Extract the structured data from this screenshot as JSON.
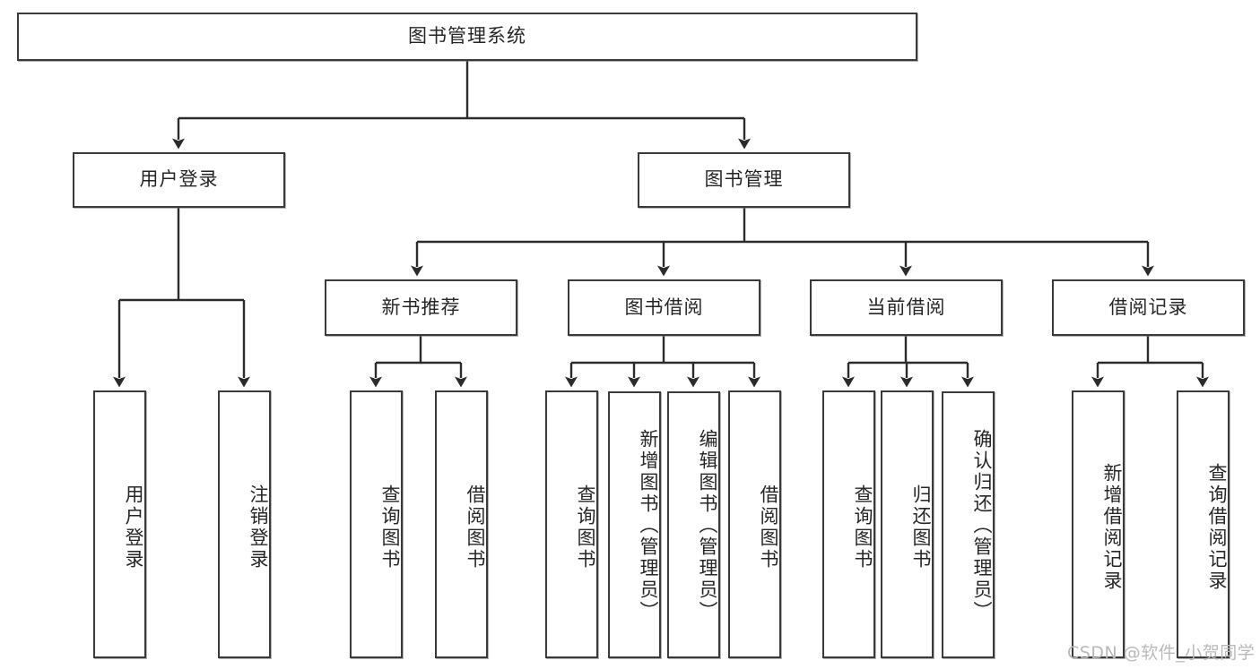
{
  "diagram": {
    "title": "图书管理系统",
    "type": "hierarchy-tree",
    "watermark": "CSDN @软件_小贺同学",
    "colors": {
      "box_border": "#3a3a3a",
      "box_fill": "#ffffff",
      "text": "#262626",
      "connector": "#2b2b2b",
      "watermark": "#b9b9b9",
      "background": "#ffffff"
    },
    "nodes": {
      "root": {
        "label": "图书管理系统"
      },
      "level2": [
        {
          "id": "user-login",
          "label": "用户登录"
        },
        {
          "id": "book-manage",
          "label": "图书管理"
        }
      ],
      "level3": [
        {
          "id": "new-book-recommend",
          "label": "新书推荐"
        },
        {
          "id": "book-borrow",
          "label": "图书借阅"
        },
        {
          "id": "current-borrow",
          "label": "当前借阅"
        },
        {
          "id": "borrow-record",
          "label": "借阅记录"
        }
      ],
      "leaves": {
        "user-login": [
          {
            "id": "leaf-user-login",
            "label": "用户登录"
          },
          {
            "id": "leaf-user-logout",
            "label": "注销登录"
          }
        ],
        "new-book-recommend": [
          {
            "id": "leaf-query-book-1",
            "label": "查询图书"
          },
          {
            "id": "leaf-borrow-book-1",
            "label": "借阅图书"
          }
        ],
        "book-borrow": [
          {
            "id": "leaf-query-book-2",
            "label": "查询图书"
          },
          {
            "id": "leaf-add-book",
            "label": "新增图书（管理员）"
          },
          {
            "id": "leaf-edit-book",
            "label": "编辑图书（管理员）"
          },
          {
            "id": "leaf-borrow-book-2",
            "label": "借阅图书"
          }
        ],
        "current-borrow": [
          {
            "id": "leaf-query-book-3",
            "label": "查询图书"
          },
          {
            "id": "leaf-return-book",
            "label": "归还图书"
          },
          {
            "id": "leaf-confirm-return",
            "label": "确认归还（管理员）"
          }
        ],
        "borrow-record": [
          {
            "id": "leaf-add-record",
            "label": "新增借阅记录"
          },
          {
            "id": "leaf-query-record",
            "label": "查询借阅记录"
          }
        ]
      }
    }
  }
}
